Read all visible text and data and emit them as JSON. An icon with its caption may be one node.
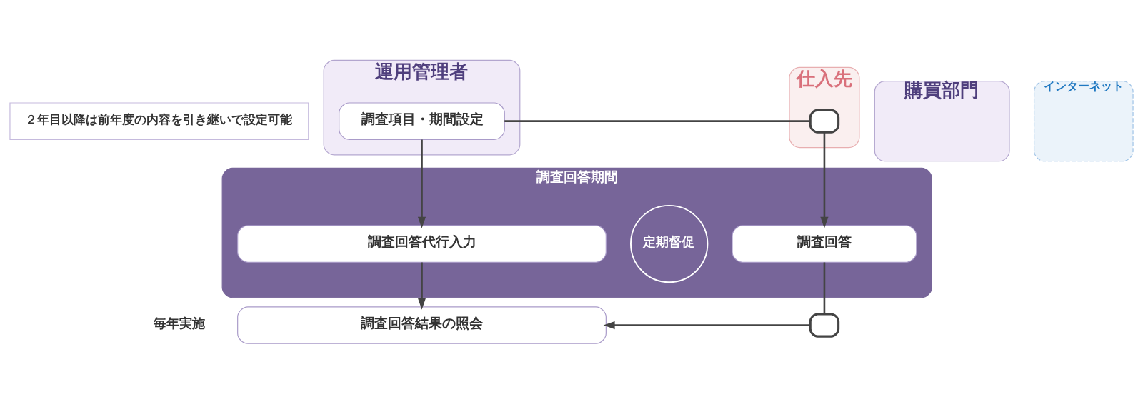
{
  "diagram": {
    "nodes": [
      {
        "text": [
          "運用管理者"
        ]
      },
      {
        "text": [
          "購買部門"
        ]
      },
      {
        "text": [
          "インターネット"
        ]
      },
      {
        "text": [
          "仕入先"
        ]
      },
      {
        "text": [
          "２年目以降は前年度の内容を引き継いで設定可能"
        ]
      },
      {
        "text": [
          "調査項目・期間設定"
        ],
        "in": 0
      },
      {
        "text": [],
        "shape": "box",
        "in": 3
      },
      {
        "text": [
          "調査回答期間"
        ]
      },
      {
        "text": [
          "調査回答代行入力"
        ],
        "in": 7
      },
      {
        "text": [
          "定期督促"
        ],
        "in": 7
      },
      {
        "text": [
          "調査回答"
        ],
        "in": 7
      },
      {
        "text": [
          "調査回答結果の照会"
        ]
      },
      {
        "text": [],
        "shape": "box"
      }
    ],
    "edges": [
      {
        "from": 5,
        "to": 8,
        "arrow": "to"
      },
      {
        "from": 5,
        "to": 6,
        "arrow": "none"
      },
      {
        "from": 6,
        "to": 10,
        "arrow": "to"
      },
      {
        "from": 8,
        "to": 11,
        "arrow": "to"
      },
      {
        "from": 10,
        "to": 12,
        "arrow": "none"
      },
      {
        "from": 12,
        "to": 11,
        "arrow": "to"
      }
    ],
    "labels": [
      "毎年実施"
    ]
  }
}
